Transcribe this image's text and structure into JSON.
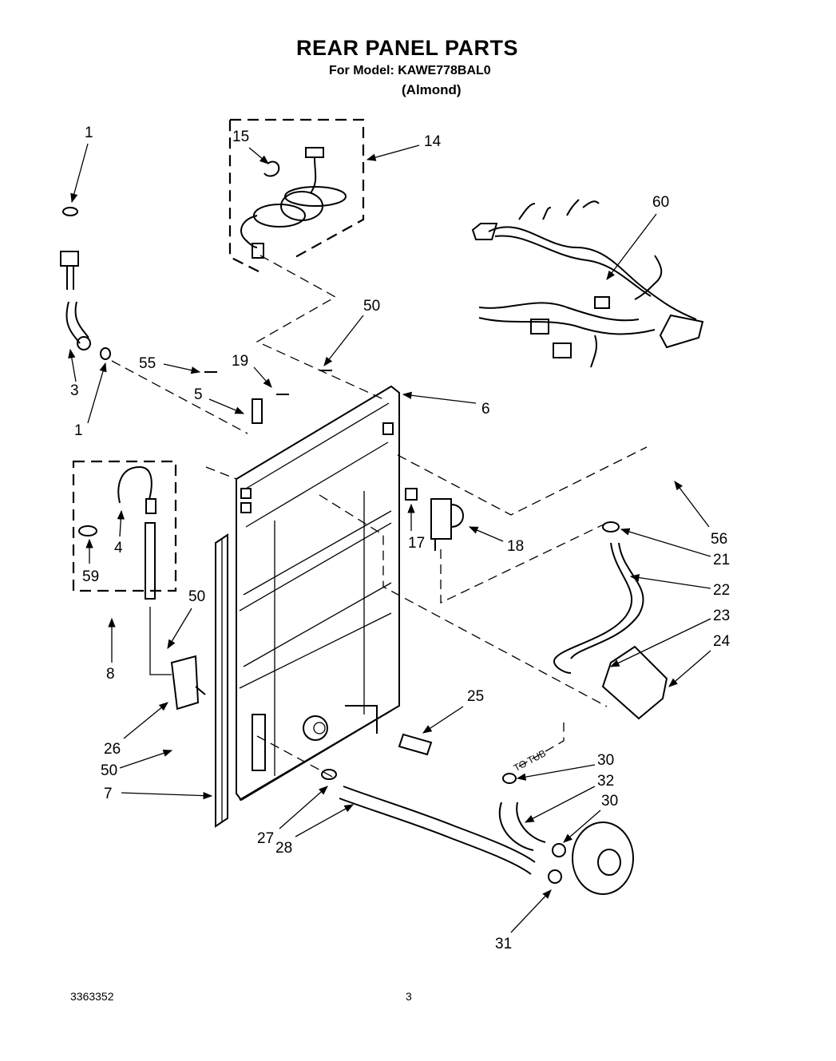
{
  "header": {
    "title": "REAR PANEL PARTS",
    "model_line": "For Model: KAWE778BAL0",
    "variant": "(Almond)"
  },
  "footer": {
    "doc_number": "3363352",
    "page": "3"
  },
  "diagram": {
    "tub_label": "TO TUB",
    "callouts": [
      "1",
      "3",
      "1",
      "15",
      "14",
      "60",
      "55",
      "19",
      "50",
      "5",
      "6",
      "56",
      "17",
      "18",
      "21",
      "22",
      "4",
      "59",
      "50",
      "23",
      "24",
      "8",
      "25",
      "26",
      "50",
      "7",
      "30",
      "32",
      "30",
      "27",
      "28",
      "31"
    ]
  }
}
